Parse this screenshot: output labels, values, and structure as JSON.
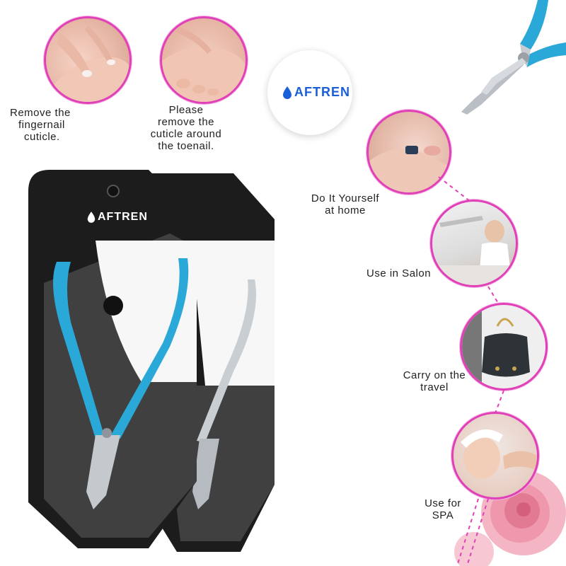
{
  "brand": {
    "name": "AFTREN",
    "color": "#1a5ed8"
  },
  "colors": {
    "accent": "#e040b8",
    "pouch": "#1c1c1c",
    "steel_blue": "#2aa8d8"
  },
  "captions": {
    "fingernail": [
      "Remove the",
      "fingernail",
      "cuticle."
    ],
    "toenail": [
      "Please",
      "remove the",
      "cuticle around",
      "the toenail."
    ],
    "diy": [
      "Do It Yourself",
      "at home"
    ],
    "salon": [
      "Use in Salon"
    ],
    "travel": [
      "Carry on the",
      "travel"
    ],
    "spa": [
      "Use for",
      "SPA"
    ]
  },
  "icons": [
    "water-drop-logo-icon"
  ]
}
